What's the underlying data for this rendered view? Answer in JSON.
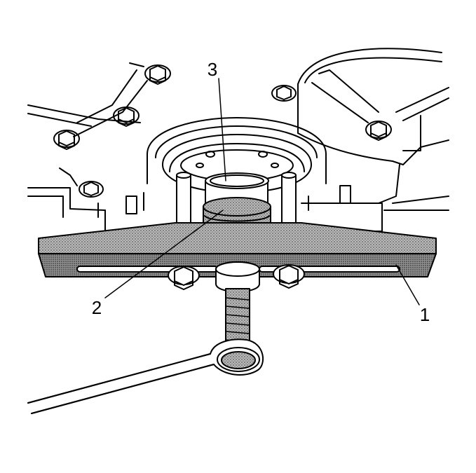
{
  "figure": {
    "callouts": [
      {
        "id": "1",
        "label": "1"
      },
      {
        "id": "2",
        "label": "2"
      },
      {
        "id": "3",
        "label": "3"
      }
    ]
  },
  "colors": {
    "line": "#000000",
    "paper": "#ffffff",
    "shade": "#8c8c8c"
  }
}
